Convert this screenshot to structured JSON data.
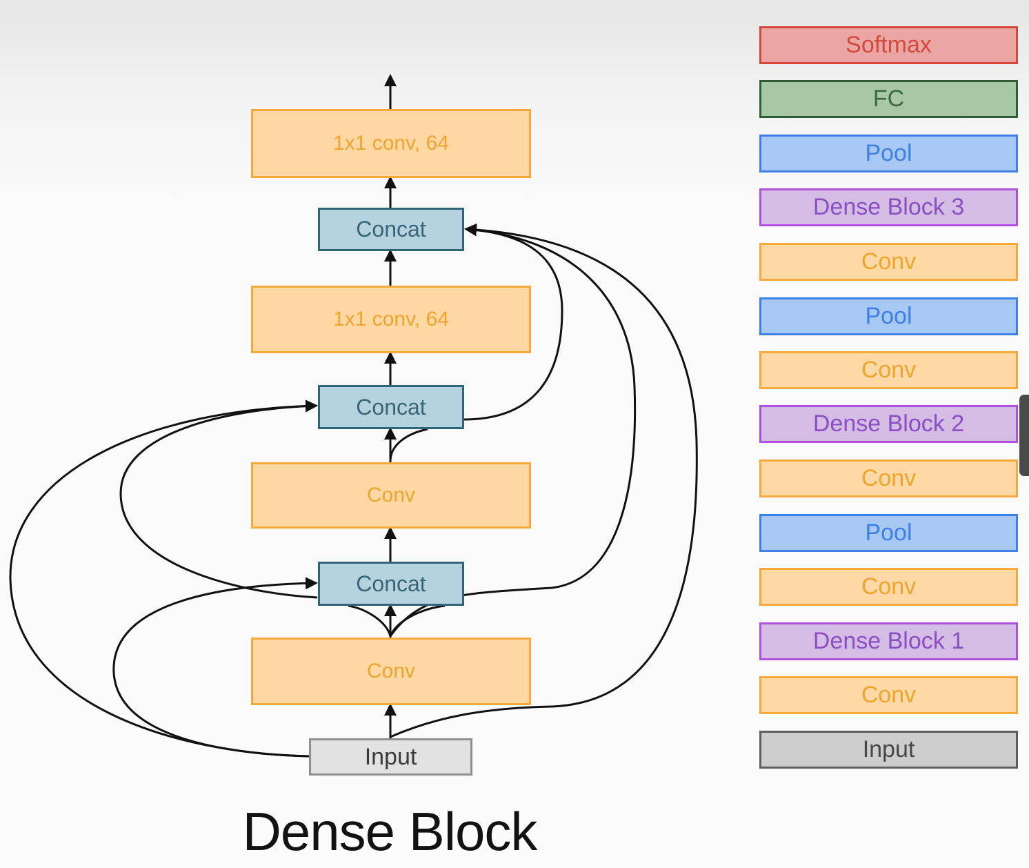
{
  "dense_block": {
    "title": "Dense Block",
    "nodes": {
      "conv1x1_top": "1x1 conv, 64",
      "concat_top": "Concat",
      "conv1x1_mid": "1x1 conv, 64",
      "concat_mid": "Concat",
      "conv_mid": "Conv",
      "concat_low": "Concat",
      "conv_low": "Conv",
      "input": "Input"
    }
  },
  "network_stack": [
    {
      "label": "Softmax",
      "color": "#d7463b"
    },
    {
      "label": "FC",
      "color": "#2f5d36"
    },
    {
      "label": "Pool",
      "color": "#3f80e8"
    },
    {
      "label": "Dense Block 3",
      "color": "#b14fde"
    },
    {
      "label": "Conv",
      "color": "#f7a93c"
    },
    {
      "label": "Pool",
      "color": "#3f80e8"
    },
    {
      "label": "Conv",
      "color": "#f7a93c"
    },
    {
      "label": "Dense Block 2",
      "color": "#b14fde"
    },
    {
      "label": "Conv",
      "color": "#f7a93c"
    },
    {
      "label": "Pool",
      "color": "#3f80e8"
    },
    {
      "label": "Conv",
      "color": "#f7a93c"
    },
    {
      "label": "Dense Block 1",
      "color": "#b14fde"
    },
    {
      "label": "Conv",
      "color": "#f7a93c"
    },
    {
      "label": "Input",
      "color": "#5e5e5e"
    }
  ]
}
